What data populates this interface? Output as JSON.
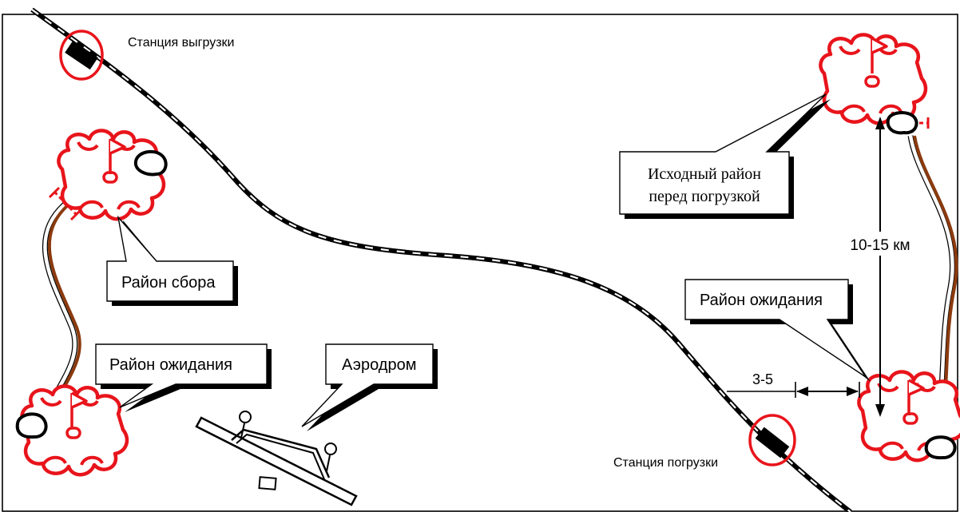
{
  "stations": {
    "unload": "Станция выгрузки",
    "load": "Станция погрузки"
  },
  "callouts": {
    "assembly": "Район сбора",
    "waiting_left": "Район ожидания",
    "airfield": "Аэродром",
    "initial_line1": "Исходный район",
    "initial_line2": "перед погрузкой",
    "waiting_right": "Район ожидания"
  },
  "distances": {
    "vertical": "10-15 км",
    "horizontal": "3-5"
  },
  "colors": {
    "area_outline": "#e8141b",
    "route": "#8b3a0e",
    "railway": "#000000"
  }
}
